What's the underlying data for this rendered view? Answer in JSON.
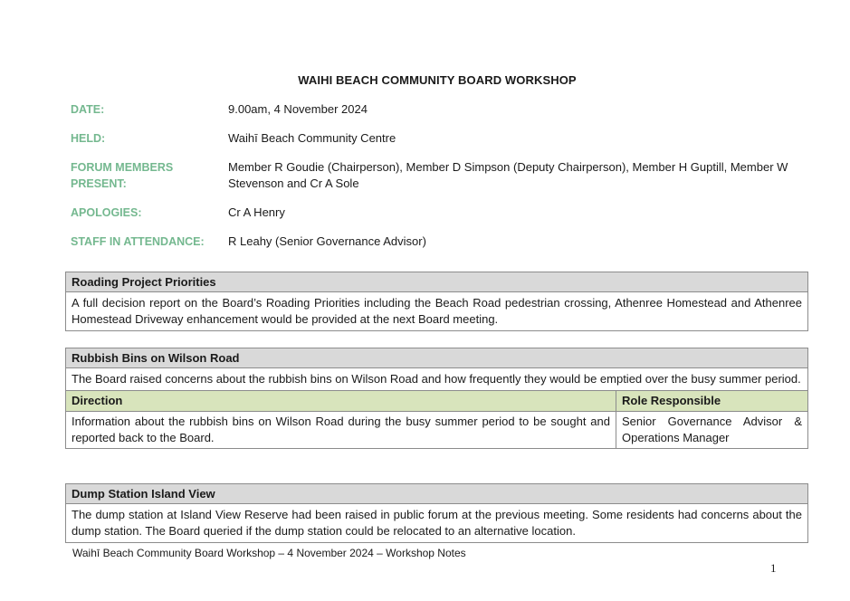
{
  "document": {
    "title": "WAIHI BEACH COMMUNITY BOARD WORKSHOP",
    "meta": [
      {
        "label": "DATE:",
        "value": "9.00am,  4 November 2024"
      },
      {
        "label": "HELD:",
        "value": "Waihī Beach Community Centre"
      },
      {
        "label": "FORUM MEMBERS PRESENT:",
        "value": "Member R Goudie (Chairperson), Member D Simpson (Deputy Chairperson), Member H Guptill, Member W Stevenson and Cr A Sole"
      },
      {
        "label": "APOLOGIES:",
        "value": "Cr A Henry"
      },
      {
        "label": "STAFF IN ATTENDANCE:",
        "value": "R Leahy (Senior Governance Advisor)"
      }
    ],
    "sections": [
      {
        "heading": "Roading Project Priorities",
        "body": "A full decision report on the Board’s Roading Priorities including the Beach Road pedestrian crossing, Athenree Homestead and Athenree Homestead Driveway enhancement would be provided at the next Board meeting."
      },
      {
        "heading": "Rubbish Bins on Wilson Road",
        "body": "The Board raised concerns about the rubbish bins on Wilson Road and how frequently they would be emptied over the busy summer period.",
        "table": {
          "col1_header": "Direction",
          "col2_header": "Role Responsible",
          "rows": [
            {
              "direction": "Information about the rubbish bins on Wilson Road during the busy summer period to be sought and reported back to the Board.",
              "role": "Senior Governance Advisor & Operations Manager"
            }
          ]
        }
      },
      {
        "heading": "Dump Station Island View",
        "body": "The dump station at Island View Reserve had been raised in public forum at the previous meeting. Some residents had concerns about the dump station. The Board queried if the dump station could be relocated to an alternative location."
      }
    ],
    "footer": "Waihī Beach Community Board Workshop – 4 November 2024 – Workshop Notes",
    "page_number": "1"
  }
}
